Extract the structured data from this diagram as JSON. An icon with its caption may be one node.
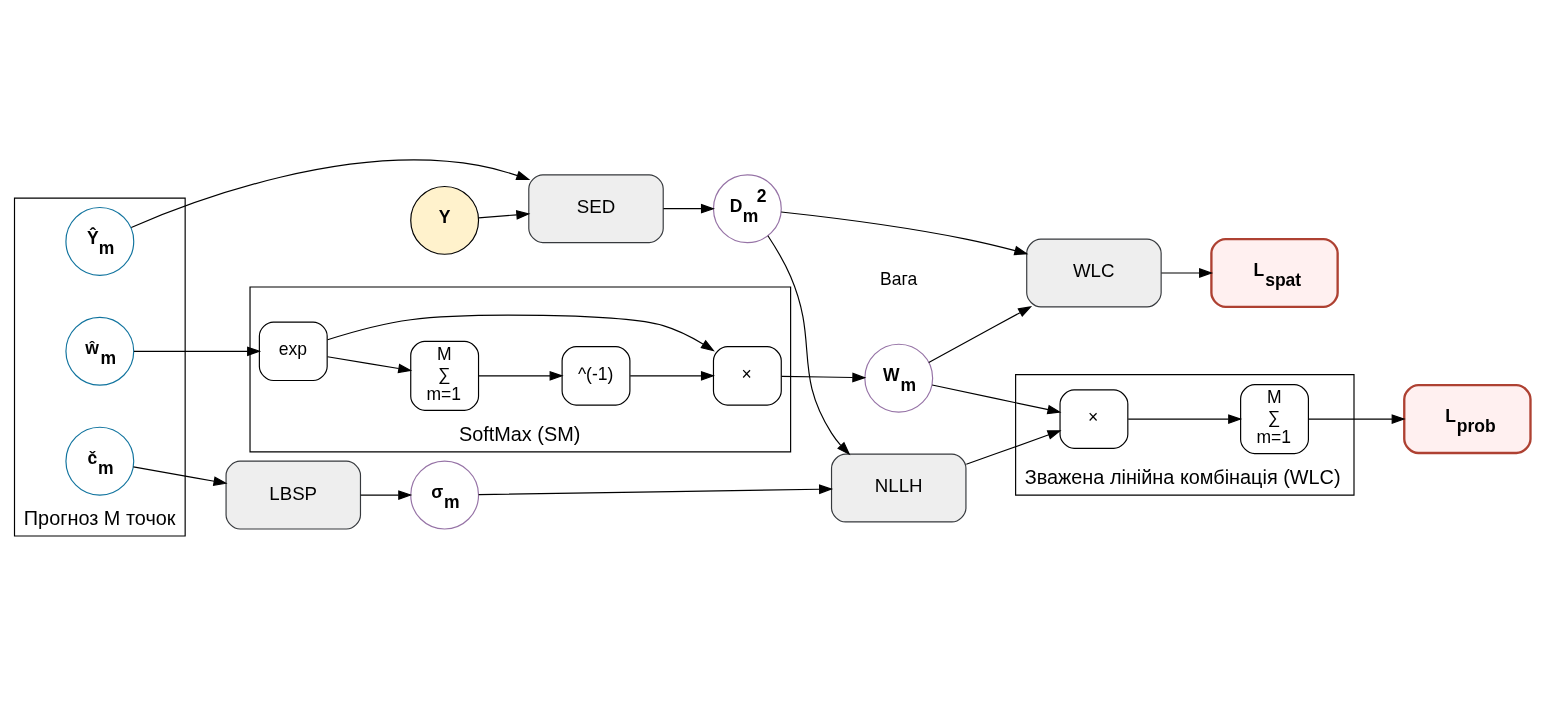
{
  "diagram": {
    "nodes": [
      {
        "text": [
          "Прогноз M точок"
        ]
      },
      {
        "text": [
          "Ŷ$_{m}$"
        ],
        "in": 0
      },
      {
        "text": [
          "č$_{m}$"
        ],
        "in": 0
      },
      {
        "text": [
          "ŵ$_{m}$"
        ],
        "in": 0
      },
      {
        "text": [
          "Y"
        ]
      },
      {
        "text": [
          "SED"
        ]
      },
      {
        "text": [
          "LBSP"
        ]
      },
      {
        "text": [
          "SoftMax (SM)"
        ]
      },
      {
        "text": [
          "exp"
        ],
        "in": 7
      },
      {
        "text": [
          "M",
          "∑",
          "m=1"
        ],
        "in": 7
      },
      {
        "text": [
          "^(-1)"
        ],
        "in": 7
      },
      {
        "text": [
          "×"
        ],
        "in": 7
      },
      {
        "text": [
          "D$_{m}$$^{2}$"
        ]
      },
      {
        "text": [
          "σ$_{m}$"
        ]
      },
      {
        "text": [
          "W$_{m}$"
        ],
        "beside": [
          "Вага"
        ]
      },
      {
        "text": [
          "WLC"
        ]
      },
      {
        "text": [
          "NLLH"
        ]
      },
      {
        "text": [
          "Зважена лінійна комбінація (WLC)"
        ]
      },
      {
        "text": [
          "×"
        ],
        "in": 17
      },
      {
        "text": [
          "M",
          "∑",
          "m=1"
        ],
        "in": 17
      },
      {
        "text": [
          "L$_{spat}$"
        ]
      },
      {
        "text": [
          "L$_{prob}$"
        ]
      }
    ],
    "edges": [
      {
        "from": 4,
        "to": 5,
        "arrow": "to"
      },
      {
        "from": 1,
        "to": 5,
        "arrow": "to"
      },
      {
        "from": 2,
        "to": 6,
        "arrow": "to"
      },
      {
        "from": 3,
        "to": 8,
        "arrow": "to"
      },
      {
        "from": 8,
        "to": 9,
        "arrow": "to"
      },
      {
        "from": 8,
        "to": 11,
        "arrow": "to"
      },
      {
        "from": 9,
        "to": 10,
        "arrow": "to"
      },
      {
        "from": 10,
        "to": 11,
        "arrow": "to"
      },
      {
        "from": 11,
        "to": 14,
        "arrow": "to"
      },
      {
        "from": 5,
        "to": 12,
        "arrow": "to"
      },
      {
        "from": 6,
        "to": 13,
        "arrow": "to"
      },
      {
        "from": 12,
        "to": 15,
        "arrow": "to"
      },
      {
        "from": 12,
        "to": 16,
        "arrow": "to"
      },
      {
        "from": 14,
        "to": 15,
        "arrow": "to"
      },
      {
        "from": 13,
        "to": 16,
        "arrow": "to"
      },
      {
        "from": 14,
        "to": 18,
        "arrow": "to"
      },
      {
        "from": 16,
        "to": 18,
        "arrow": "to"
      },
      {
        "from": 18,
        "to": 19,
        "arrow": "to"
      },
      {
        "from": 15,
        "to": 20,
        "arrow": "to"
      },
      {
        "from": 19,
        "to": 21,
        "arrow": "to"
      }
    ]
  }
}
